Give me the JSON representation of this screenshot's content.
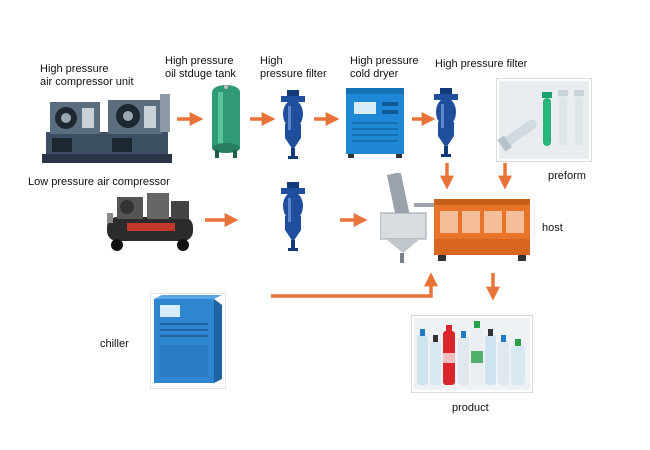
{
  "labels": {
    "hp_compressor": "High pressure\nair compressor unit",
    "oil_tank": "High pressure\noil stduge tank",
    "filter_1": "High\npressure filter",
    "cold_dryer": "High pressure\ncold dryer",
    "filter_2": "High pressure filter",
    "preform": "preform",
    "lp_compressor": "Low pressure air compressor",
    "host": "host",
    "chiller": "chiller",
    "product": "product"
  },
  "colors": {
    "arrow": "#e8743a",
    "tank": "#2f9a74",
    "filter": "#1f4f9c",
    "dryer": "#1e88d6",
    "machine": "#e8742a",
    "chiller": "#2e86d1"
  }
}
